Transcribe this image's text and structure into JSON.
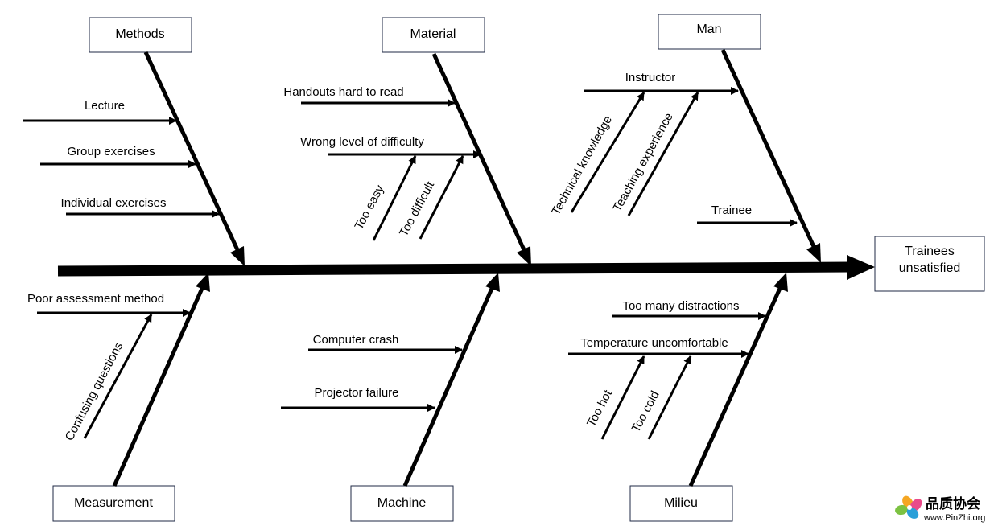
{
  "effect": {
    "line1": "Trainees",
    "line2": "unsatisfied"
  },
  "categories": {
    "methods": "Methods",
    "material": "Material",
    "man": "Man",
    "measurement": "Measurement",
    "machine": "Machine",
    "milieu": "Milieu"
  },
  "causes": {
    "lecture": "Lecture",
    "group_exercises": "Group exercises",
    "individual_exercises": "Individual exercises",
    "handouts": "Handouts hard to read",
    "wrong_level": "Wrong level of difficulty",
    "too_easy": "Too easy",
    "too_difficult": "Too difficult",
    "instructor": "Instructor",
    "technical_knowledge": "Technical knowledge",
    "teaching_experience": "Teaching experience",
    "trainee": "Trainee",
    "poor_assessment": "Poor assessment method",
    "confusing_questions": "Confusing questions",
    "computer_crash": "Computer crash",
    "projector_failure": "Projector failure",
    "too_many_distractions": "Too many distractions",
    "temperature": "Temperature uncomfortable",
    "too_hot": "Too hot",
    "too_cold": "Too cold"
  },
  "watermark": {
    "name": "品质协会",
    "url": "www.PinZhi.org"
  },
  "colors": {
    "line": "#000000",
    "box_border": "#1f2a44",
    "background": "#ffffff"
  }
}
